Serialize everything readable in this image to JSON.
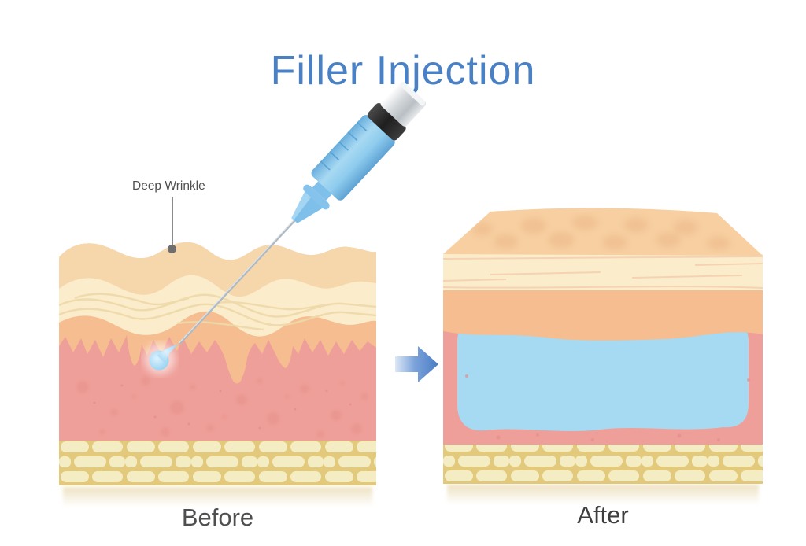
{
  "title": "Filler Injection",
  "labels": {
    "deep_wrinkle": "Deep Wrinkle",
    "before": "Before",
    "after": "After"
  },
  "colors": {
    "title-blue": "#4a80c4",
    "label-gray": "#4f4f4f",
    "arrow-blue": "#4a7cc4",
    "filler-blue": "#a6daf3",
    "droplet-blue": "#86cbf0",
    "syringe-blue": "#7fc0ea",
    "needle-gray": "#aeb9c2",
    "skin-top": "#f6d7ab",
    "skin-top-face": "#f7cfa0",
    "skin-cream": "#fbeccb",
    "skin-orange": "#f5bd90",
    "dermis-pink": "#ef9f99",
    "dermis-dot": "#e6908b",
    "fat-yellow": "#e2c97b",
    "fat-cell": "#f4ecc2",
    "wrinkle-line": "#eed9a9"
  }
}
